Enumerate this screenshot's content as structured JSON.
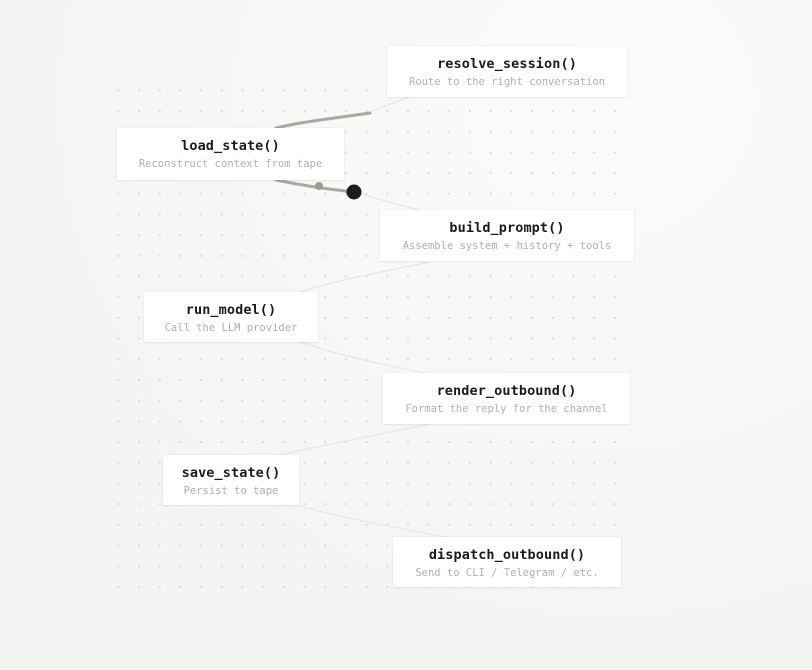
{
  "nodes": [
    {
      "id": "resolve_session",
      "title": "resolve_session()",
      "description": "Route to the right conversation"
    },
    {
      "id": "load_state",
      "title": "load_state()",
      "description": "Reconstruct context from tape"
    },
    {
      "id": "build_prompt",
      "title": "build_prompt()",
      "description": "Assemble system + history + tools"
    },
    {
      "id": "run_model",
      "title": "run_model()",
      "description": "Call the LLM provider"
    },
    {
      "id": "render_outbound",
      "title": "render_outbound()",
      "description": "Format the reply for the channel"
    },
    {
      "id": "save_state",
      "title": "save_state()",
      "description": "Persist to tape"
    },
    {
      "id": "dispatch_outbound",
      "title": "dispatch_outbound()",
      "description": "Send to CLI / Telegram / etc."
    }
  ],
  "edges": [
    {
      "from": "resolve_session",
      "to": "load_state",
      "state": "active"
    },
    {
      "from": "load_state",
      "to": "build_prompt",
      "state": "active"
    },
    {
      "from": "build_prompt",
      "to": "run_model",
      "state": "idle"
    },
    {
      "from": "run_model",
      "to": "render_outbound",
      "state": "idle"
    },
    {
      "from": "render_outbound",
      "to": "save_state",
      "state": "idle"
    },
    {
      "from": "save_state",
      "to": "dispatch_outbound",
      "state": "idle"
    }
  ],
  "colors": {
    "active_edge": "#a8a8a5",
    "idle_edge": "#e6e6e2",
    "edge_dot": "#1c1c1c",
    "edge_midpoint": "#9a9a97"
  }
}
